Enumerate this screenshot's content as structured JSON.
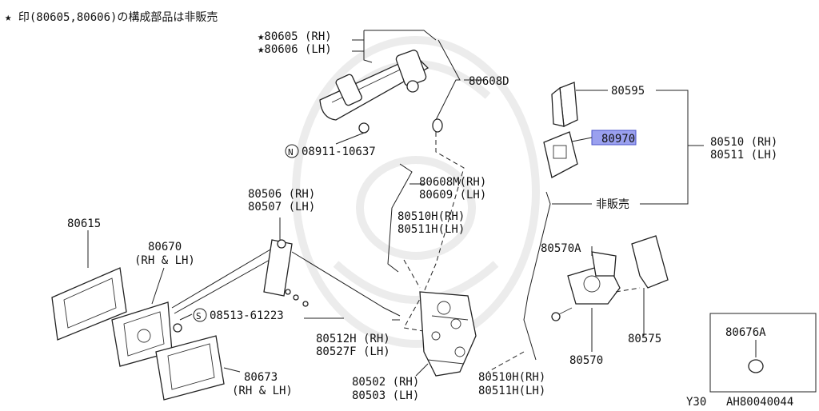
{
  "header_note": "★ 印(80605,80606)の構成部品は非販売",
  "footer": {
    "model": "Y30",
    "diagram_id": "AH80040044"
  },
  "highlight_color": "#9aa0ef",
  "callouts": {
    "p80605": "★80605 (RH)",
    "p80606": "★80606 (LH)",
    "p80608D": "80608D",
    "p80595": "80595",
    "p80970": "80970",
    "p80510": "80510 (RH)",
    "p80511": "80511 (LH)",
    "hihanbai": "非販売",
    "p08911": "08911-10637",
    "p08911_prefix": "N",
    "p80608M": "80608M(RH)",
    "p80609": "80609  (LH)",
    "p80506": "80506 (RH)",
    "p80507": "80507 (LH)",
    "p80510H_a": "80510H(RH)",
    "p80511H_a": "80511H(LH)",
    "p80615": "80615",
    "p80670": "80670",
    "p80670_side": "(RH & LH)",
    "p80570A": "80570A",
    "p08513": "08513-61223",
    "p08513_prefix": "S",
    "p80512H": "80512H (RH)",
    "p80527F": "80527F (LH)",
    "p80575": "80575",
    "p80570": "80570",
    "p80676A": "80676A",
    "p80673": "80673",
    "p80673_side": "(RH & LH)",
    "p80502": "80502 (RH)",
    "p80503": "80503 (LH)",
    "p80510H_b": "80510H(RH)",
    "p80511H_b": "80511H(LH)"
  }
}
